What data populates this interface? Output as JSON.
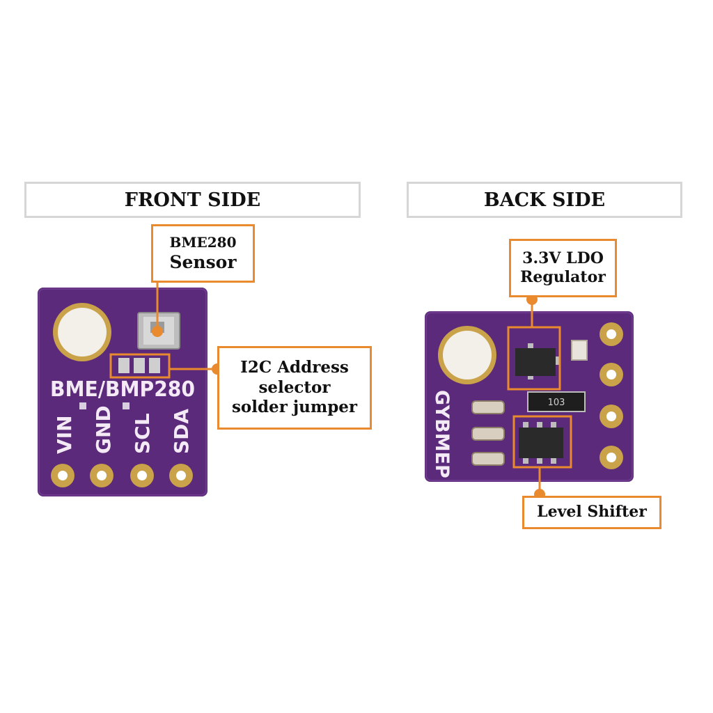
{
  "headers": {
    "front": "FRONT SIDE",
    "back": "BACK SIDE"
  },
  "callouts": {
    "sensor": {
      "line1": "BME280",
      "line2": "Sensor"
    },
    "jumper": {
      "line1": "I2C Address",
      "line2": "selector",
      "line3": "solder jumper"
    },
    "ldo": {
      "line1": "3.3V LDO",
      "line2": "Regulator"
    },
    "shifter": {
      "line1": "Level Shifter"
    }
  },
  "front_board": {
    "silkscreen_title": "BME/BMP280",
    "pins": [
      "VIN",
      "GND",
      "SCL",
      "SDA"
    ]
  },
  "back_board": {
    "silkscreen_label": "GYBMEP",
    "resistor_marking": "103"
  },
  "colors": {
    "pcb": "#5b2a7a",
    "accent": "#e98a2e",
    "gold": "#caa24a",
    "header_border": "#d6d6d6"
  }
}
